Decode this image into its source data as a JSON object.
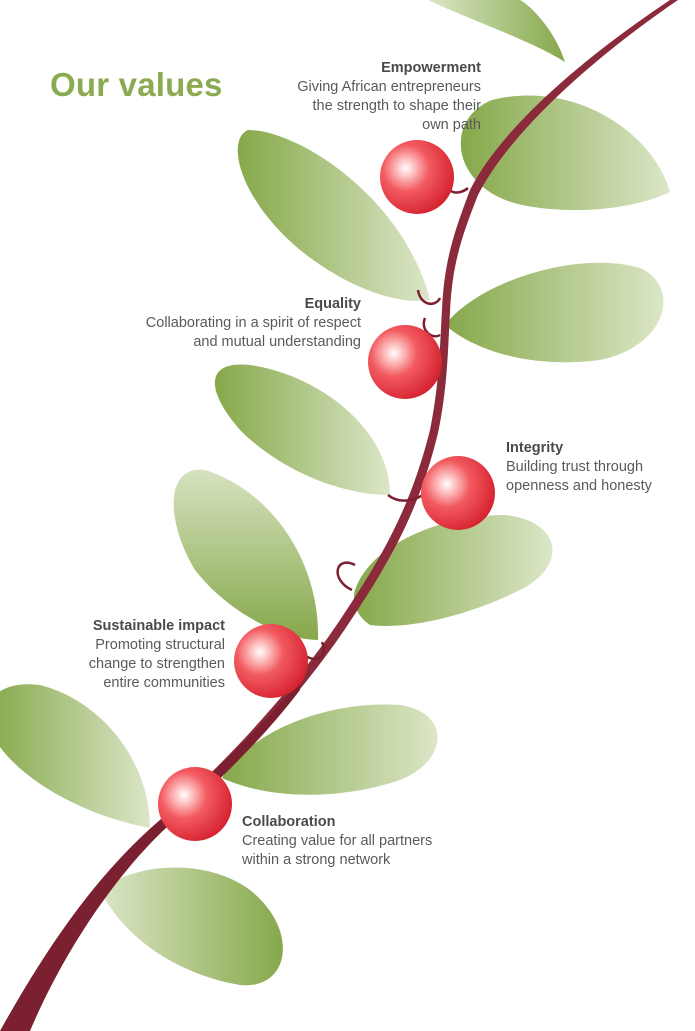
{
  "title": "Our values",
  "values": [
    {
      "heading": "Empowerment",
      "lines": [
        "Giving African entrepreneurs",
        "the strength to shape their",
        "own path"
      ]
    },
    {
      "heading": "Equality",
      "lines": [
        "Collaborating in a spirit of respect",
        "and mutual understanding"
      ]
    },
    {
      "heading": "Integrity",
      "lines": [
        "Building trust through",
        "openness and honesty"
      ]
    },
    {
      "heading": "Sustainable impact",
      "lines": [
        "Promoting structural",
        "change to strengthen",
        "entire communities"
      ]
    },
    {
      "heading": "Collaboration",
      "lines": [
        "Creating value for all partners",
        "within a strong network"
      ]
    }
  ],
  "colors": {
    "title_green": "#8aab52",
    "stem": "#8a2a3a",
    "leaf_light": "#dbe6c7",
    "leaf_dark": "#86a84a",
    "berry": "#e8343c"
  }
}
